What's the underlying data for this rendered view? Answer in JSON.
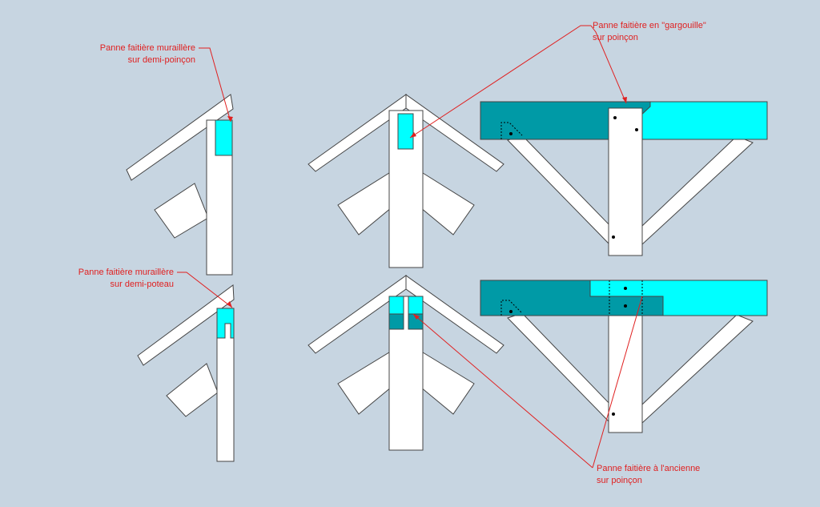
{
  "colors": {
    "background": "#c7d5e1",
    "timber": "#ffffff",
    "outline": "#444444",
    "cyan": "#00ffff",
    "teal": "#009aa6",
    "leader": "#e02020"
  },
  "labels": {
    "top_left_line1": "Panne faitière muraillère",
    "top_left_line2": "sur demi-poinçon",
    "bottom_left_line1": "Panne faitière muraillère",
    "bottom_left_line2": "sur demi-poteau",
    "top_right_line1": "Panne faitière en \"gargouille\"",
    "top_right_line2": "sur poinçon",
    "bottom_right_line1": "Panne faitière à l'ancienne",
    "bottom_right_line2": "sur poinçon"
  }
}
